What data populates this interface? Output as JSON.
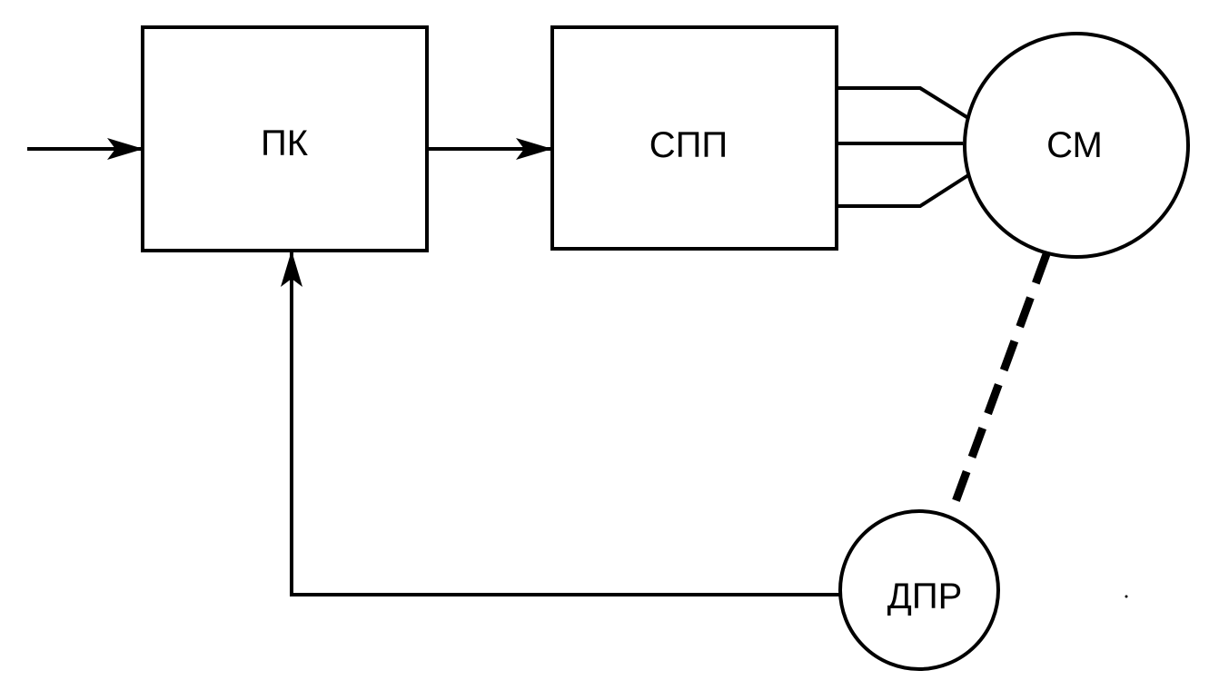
{
  "diagram": {
    "blocks": {
      "pk": {
        "label": "ПК"
      },
      "spp": {
        "label": "СПП"
      },
      "sm": {
        "label": "СМ"
      },
      "dpr": {
        "label": "ДПР"
      }
    }
  },
  "colors": {
    "stroke": "#000000",
    "background": "#ffffff"
  }
}
